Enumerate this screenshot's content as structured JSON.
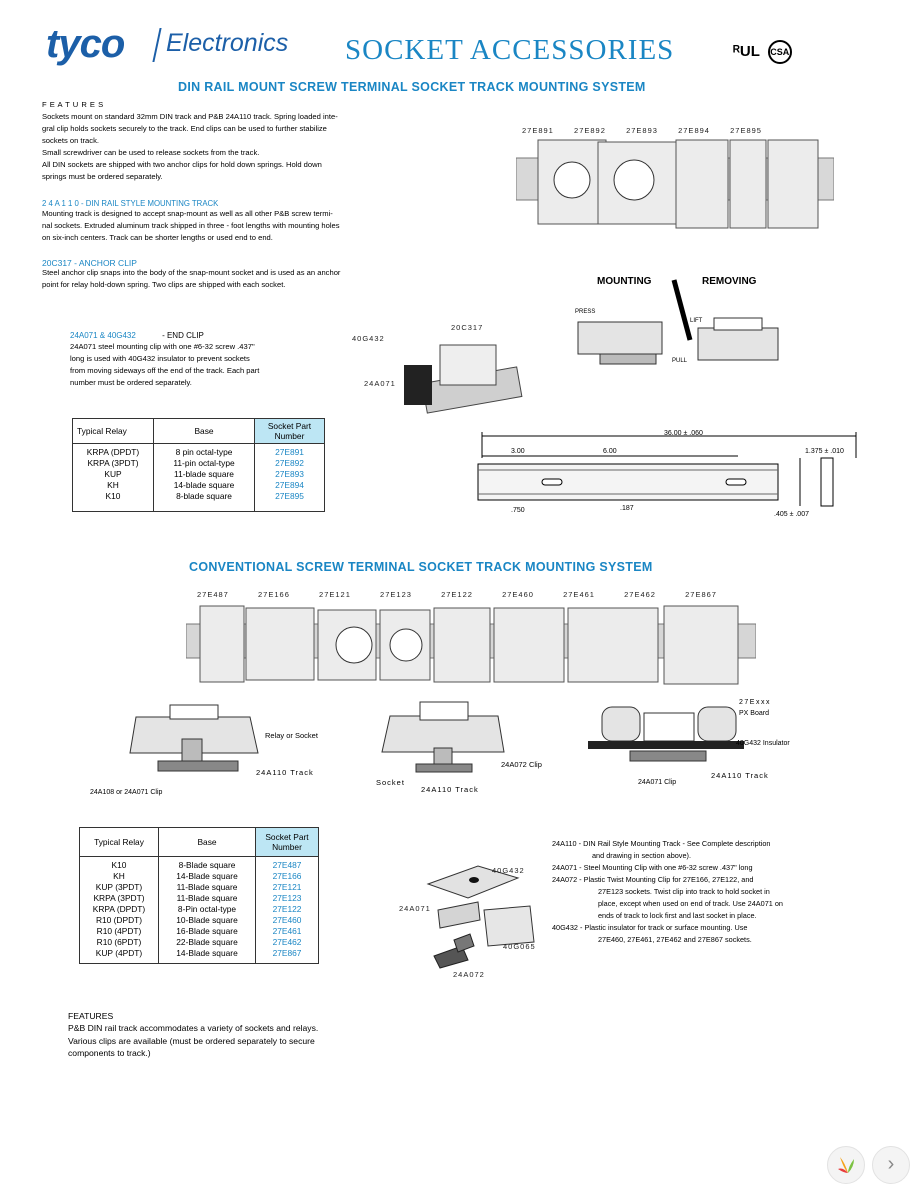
{
  "header": {
    "logo_tyco": "tyco",
    "logo_electronics": "Electronics",
    "title": "SOCKET ACCESSORIES",
    "cert_ul": "ᴿUL",
    "cert_csa": "CSA"
  },
  "din": {
    "title": "DIN RAIL MOUNT SCREW TERMINAL SOCKET TRACK  MOUNTING SYSTEM",
    "features_heading": "F E A T U R E S",
    "features_lines": [
      "Sockets mount on standard 32mm DIN track and P&B 24A110 track. Spring loaded inte-",
      "gral clip holds sockets securely to the track. End clips can be used to further stabilize",
      "sockets on track.",
      "Small screwdriver can be used to release sockets from the track.",
      "All DIN sockets are shipped with two anchor clips for hold down springs. Hold down",
      "springs must be ordered separately."
    ],
    "rail_heading": "2 4 A 1 1 0   - DIN RAIL STYLE MOUNTING TRACK",
    "rail_lines": [
      "Mounting track is designed to accept snap-mount as well as all other P&B screw termi-",
      "nal sockets. Extruded aluminum track shipped in three - foot lengths with mounting holes",
      "on six-inch centers. Track can be shorter lengths or used end to end."
    ],
    "anchor_heading": "20C317    - ANCHOR CLIP",
    "anchor_lines": [
      "Steel anchor clip snaps into the body of the snap-mount socket and is used as an anchor",
      "point for relay hold-down spring. Two clips are shipped with each socket."
    ],
    "endclip_heading_a": "24A071  & 40G432",
    "endclip_heading_b": "- END CLIP",
    "endclip_lines": [
      "24A071 steel mounting clip with one #6-32 screw .437\"",
      "long is used with 40G432 insulator to prevent sockets",
      "from moving sideways off the end of the track. Each part",
      "number must be ordered separately."
    ],
    "sockets_top_labels": [
      "27E891",
      "27E892",
      "27E893",
      "27E894",
      "27E895"
    ],
    "mounting_label": "MOUNTING",
    "removing_label": "REMOVING",
    "press_label": "PRESS",
    "lift_label": "LIFT",
    "pull_label": "PULL",
    "clip_labels": [
      "40G432",
      "20C317",
      "24A071"
    ],
    "dims": {
      "overall": "36.00 ± .060",
      "d1": "3.00",
      "d2": "6.00",
      "height": "1.375 ± .010",
      "left": ".750",
      "slot": ".187",
      "right": ".405 ± .007"
    },
    "table": {
      "headers": [
        "Typical Relay",
        "Base",
        "Socket Part Number"
      ],
      "relays": [
        "KRPA (DPDT)",
        "KRPA (3PDT)",
        "KUP",
        "KH",
        "K10"
      ],
      "bases": [
        "8 pin octal-type",
        "11-pin octal-type",
        "11-blade square",
        "14-blade square",
        "8-blade square"
      ],
      "parts": [
        "27E891",
        "27E892",
        "27E893",
        "27E894",
        "27E895"
      ]
    }
  },
  "conv": {
    "title": "CONVENTIONAL SCREW TERMINAL SOCKET TRACK  MOUNTING SYSTEM",
    "socket_labels": [
      "27E487",
      "27E166",
      "27E121",
      "27E123",
      "27E122",
      "27E460",
      "27E461",
      "27E462",
      "27E867"
    ],
    "diag1_labels": [
      "Relay or Socket",
      "24A110 Track",
      "24A108 or 24A071 Clip"
    ],
    "diag2_labels": [
      "24A072 Clip",
      "Socket",
      "24A110 Track"
    ],
    "diag3_labels": [
      "27Exxx",
      "PX Board",
      "40G432 Insulator",
      "24A110 Track",
      "24A071 Clip"
    ],
    "table": {
      "headers": [
        "Typical Relay",
        "Base",
        "Socket Part Number"
      ],
      "relays": [
        "K10",
        "KH",
        "KUP (3PDT)",
        "KRPA (3PDT)",
        "KRPA (DPDT)",
        "R10 (DPDT)",
        "R10 (4PDT)",
        "R10 (6PDT)",
        "KUP (4PDT)"
      ],
      "bases": [
        "8-Blade square",
        "14-Blade square",
        "11-Blade square",
        "11-Blade square",
        "8-Pin octal-type",
        "10-Blade square",
        "16-Blade square",
        "22-Blade square",
        "14-Blade square"
      ],
      "parts": [
        "27E487",
        "27E166",
        "27E121",
        "27E123",
        "27E122",
        "27E460",
        "27E461",
        "27E462",
        "27E867"
      ]
    },
    "clip_labels": [
      "40G432",
      "24A071",
      "40G065",
      "24A072"
    ],
    "notes": [
      "24A110 - DIN Rail Style Mounting Track - See Complete description",
      "and drawing in section above).",
      "24A071 - Steel Mounting Clip with one #6-32 screw .437\" long",
      "24A072 - Plastic Twist Mounting Clip for 27E166, 27E122, and",
      "27E123 sockets. Twist clip into track to hold socket in",
      "place, except when used on end of track. Use 24A071 on",
      "ends of track to lock first and last socket in place.",
      "40G432 - Plastic insulator for track or surface mounting. Use",
      "27E460, 27E461, 27E462 and 27E867 sockets."
    ],
    "features_heading": "FEATURES",
    "features_lines": [
      "P&B DIN rail track accommodates a variety of sockets and relays.",
      "Various clips are available (must be ordered separately to secure",
      "components to track.)"
    ]
  },
  "nav": {
    "next_glyph": "›"
  },
  "colors": {
    "brand": "#1c5fa8",
    "accent": "#1a86c4",
    "table_header": "#bde6f4"
  }
}
